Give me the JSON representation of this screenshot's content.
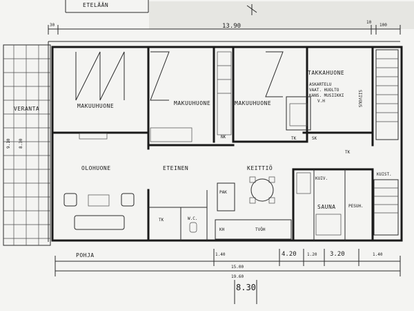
{
  "top": {
    "street_label": "ETELÄÄN",
    "dim_width": "13.90",
    "dim_left": "30",
    "dim_right_a": "10",
    "dim_right_b": "100"
  },
  "rooms": {
    "veranta": "VERANTA",
    "makuuhuone_1": "MAKUUHUONE",
    "makuuhuone_2": "MAKUUHUONE",
    "makuuhuone_3": "MAKUUHUONE",
    "takkahuone": "TAKKAHUONE",
    "askartelu_lines": [
      "ASKARTELU",
      "VAAT. HUOLTO",
      "KANS. MUSIIKKI",
      "V.H"
    ],
    "olohuone": "OLOHUONE",
    "eteinen": "ETEINEN",
    "keittio": "KEITTIÖ",
    "sauna": "SAUNA",
    "pesuh": "PESUH.",
    "kuiv": "KUIV.",
    "kuist": "KUIST."
  },
  "fixtures": {
    "tk": "TK",
    "nk": "NK",
    "sk": "SK",
    "wc": "W.C.",
    "kh": "KH",
    "tvoh": "TVÖH",
    "pak": "PAK",
    "side_stairs": "SIIVOUS",
    "pohja": "POHJA"
  },
  "dims_left": {
    "a": "9.10",
    "b": "8.30"
  },
  "dims_bottom": {
    "a": "1.40",
    "b": "4.20",
    "c": "1.20",
    "d": "3.20",
    "e": "1.40",
    "overall_inner": "15.00",
    "overall_outer": "19.60",
    "offset": "8.30"
  }
}
